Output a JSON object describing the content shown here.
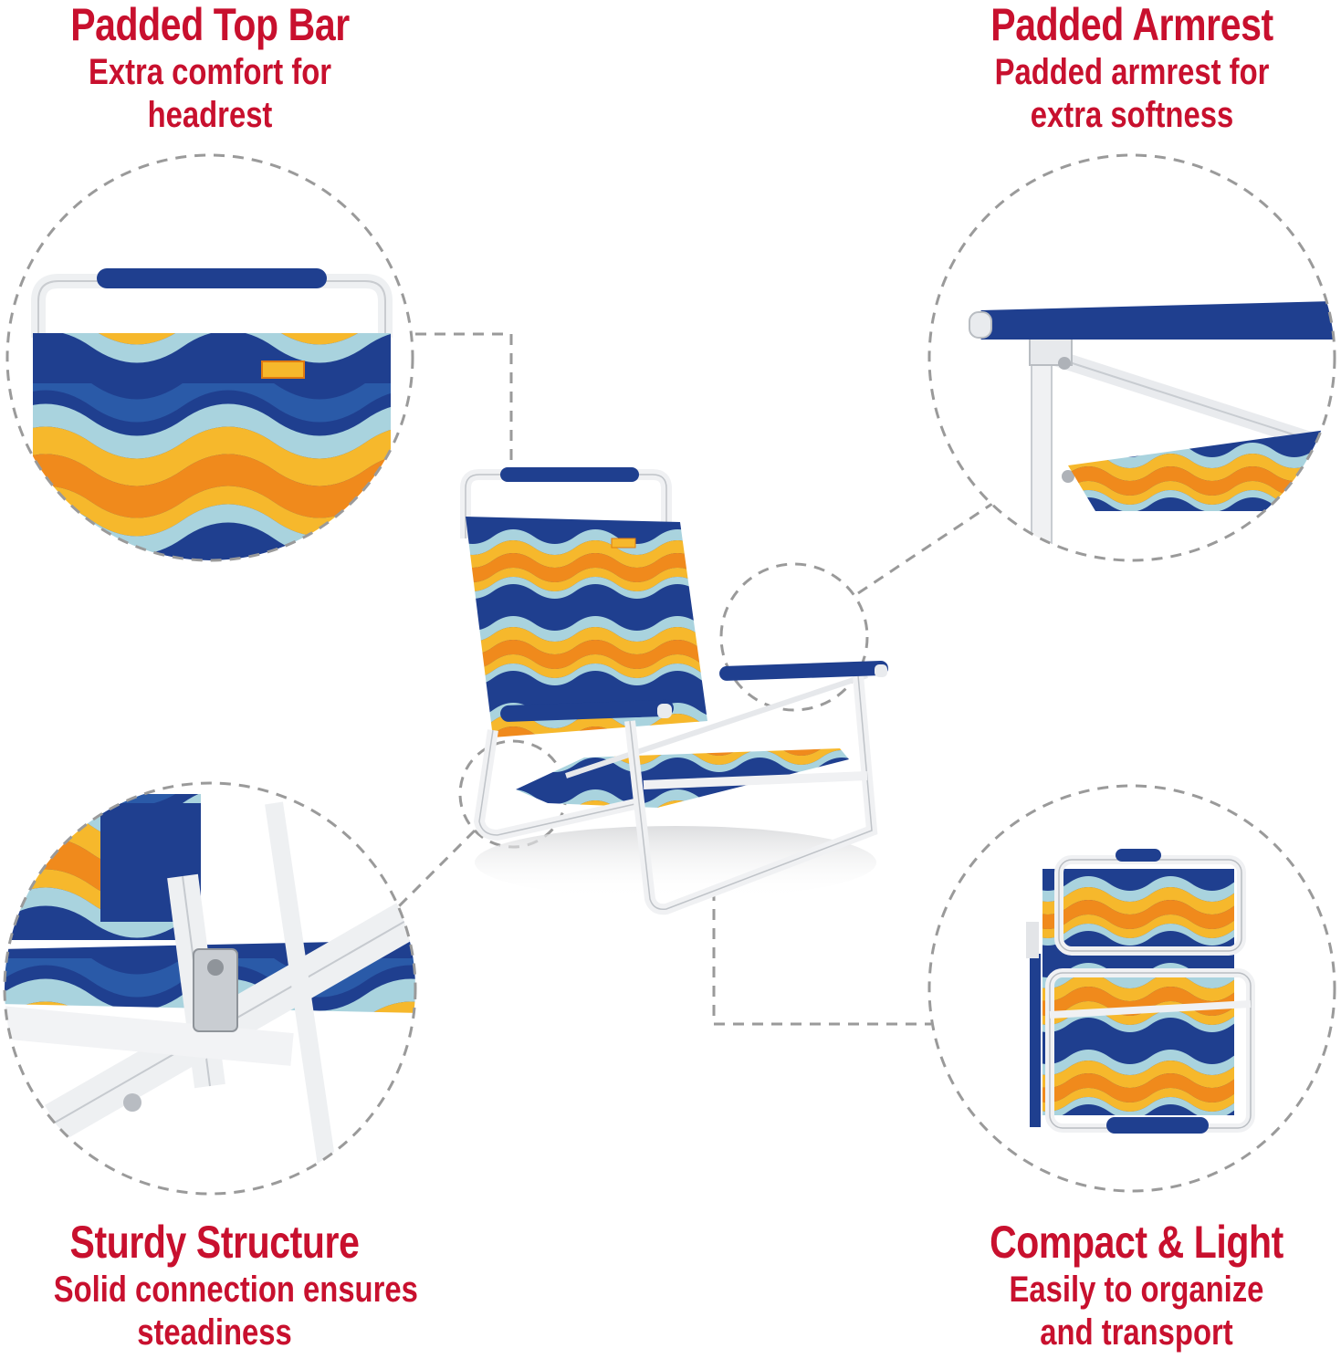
{
  "features": {
    "top_left": {
      "title": "Padded Top Bar",
      "line1": "Extra comfort for",
      "line2": "headrest"
    },
    "top_right": {
      "title": "Padded Armrest",
      "line1": "Padded armrest for",
      "line2": "extra softness"
    },
    "bottom_left": {
      "title": "Sturdy Structure",
      "line1": "Solid connection ensures",
      "line2": "steadiness"
    },
    "bottom_right": {
      "title": "Compact & Light",
      "line1": "Easily to organize",
      "line2": "and transport"
    }
  },
  "colors": {
    "accent_red": "#c8102e",
    "navy": "#1f3f8f",
    "orange": "#f08a1c",
    "yellow": "#f6b82c",
    "light_blue": "#a9d3de",
    "frame_white": "#f3f4f5",
    "dashed_gray": "#9a9a9a"
  }
}
